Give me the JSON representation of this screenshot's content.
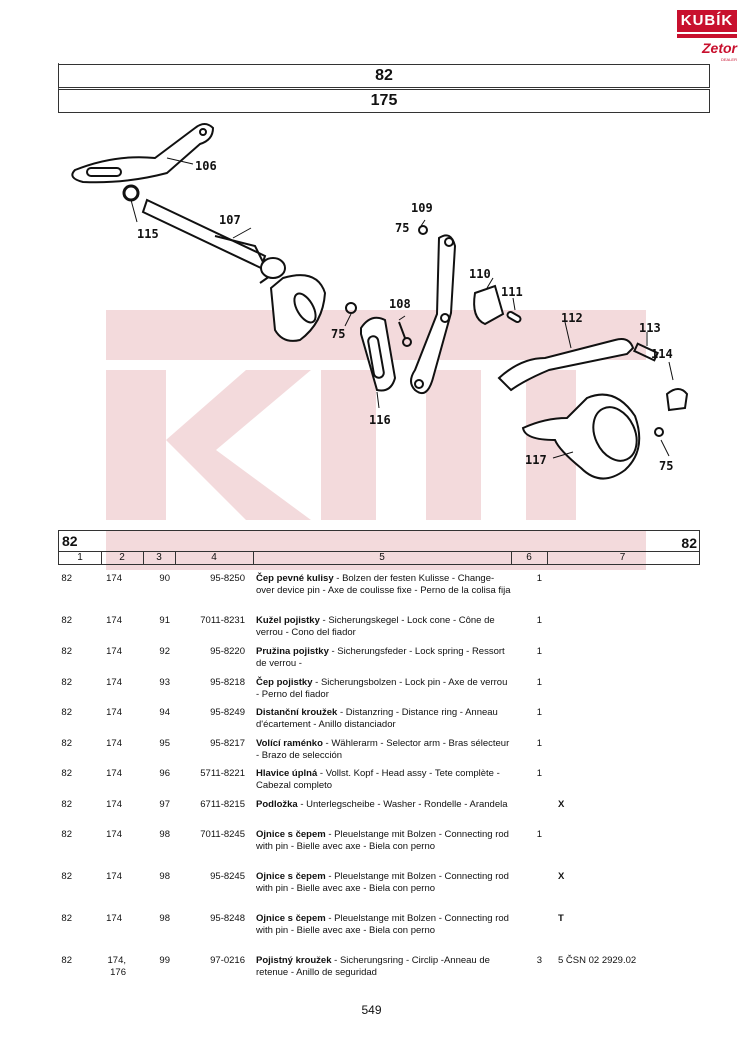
{
  "logo": {
    "brand": "KUBÍK",
    "sub": "Zetor",
    "tag": "DEALER"
  },
  "header": {
    "group": "82",
    "figure": "175"
  },
  "callouts": [
    "106",
    "115",
    "107",
    "75",
    "108",
    "116",
    "109",
    "75",
    "110",
    "111",
    "112",
    "113",
    "114",
    "117",
    "75"
  ],
  "table": {
    "group_left": "82",
    "group_right": "82",
    "columns": [
      "1",
      "2",
      "3",
      "4",
      "5",
      "6",
      "7"
    ],
    "rows": [
      {
        "c1": "82",
        "c2": "174",
        "c3": "90",
        "c4": "95-8250",
        "name": "Čep pevné kulisy",
        "desc": " - Bolzen der festen Kulisse - Change-over device pin - Axe de coulisse fixe - Perno de la colisa fija",
        "qty": "1",
        "note": ""
      },
      {
        "c1": "82",
        "c2": "174",
        "c3": "91",
        "c4": "7011-8231",
        "name": "Kužel pojistky",
        "desc": " - Sicherungskegel - Lock cone - Cône de verrou - Cono del fiador",
        "qty": "1",
        "note": ""
      },
      {
        "c1": "82",
        "c2": "174",
        "c3": "92",
        "c4": "95-8220",
        "name": "Pružina pojistky",
        "desc": " - Sicherungsfeder - Lock spring - Ressort de verrou -",
        "qty": "1",
        "note": ""
      },
      {
        "c1": "82",
        "c2": "174",
        "c3": "93",
        "c4": "95-8218",
        "name": "Čep pojistky",
        "desc": " - Sicherungsbolzen - Lock pin - Axe de verrou - Perno del fiador",
        "qty": "1",
        "note": ""
      },
      {
        "c1": "82",
        "c2": "174",
        "c3": "94",
        "c4": "95-8249",
        "name": "Distanční kroužek",
        "desc": " - Distanzring - Distance ring - Anneau d'écartement - Anillo distanciador",
        "qty": "1",
        "note": ""
      },
      {
        "c1": "82",
        "c2": "174",
        "c3": "95",
        "c4": "95-8217",
        "name": "Volící raménko",
        "desc": " - Wählerarm - Selector arm - Bras sélecteur - Brazo de selección",
        "qty": "1",
        "note": ""
      },
      {
        "c1": "82",
        "c2": "174",
        "c3": "96",
        "c4": "5711-8221",
        "name": "Hlavice úplná",
        "desc": " - Vollst. Kopf - Head assy - Tete complète - Cabezal completo",
        "qty": "1",
        "note": ""
      },
      {
        "c1": "82",
        "c2": "174",
        "c3": "97",
        "c4": "6711-8215",
        "name": "Podložka",
        "desc": " - Unterlegscheibe - Washer - Rondelle - Arandela",
        "qty": "",
        "note": "X"
      },
      {
        "c1": "82",
        "c2": "174",
        "c3": "98",
        "c4": "7011-8245",
        "name": "Ojnice s čepem",
        "desc": " - Pleuelstange mit Bolzen - Connecting rod with pin - Bielle avec axe - Biela con perno",
        "qty": "1",
        "note": ""
      },
      {
        "c1": "82",
        "c2": "174",
        "c3": "98",
        "c4": "95-8245",
        "name": "Ojnice s čepem",
        "desc": " - Pleuelstange mit Bolzen - Connecting rod with pin - Bielle avec axe - Biela con perno",
        "qty": "",
        "note": "X"
      },
      {
        "c1": "82",
        "c2": "174",
        "c3": "98",
        "c4": "95-8248",
        "name": "Ojnice s čepem",
        "desc": " - Pleuelstange mit Bolzen - Connecting rod with pin - Bielle avec axe - Biela con perno",
        "qty": "",
        "note": "T"
      },
      {
        "c1": "82",
        "c2": "174, 176",
        "c3": "99",
        "c4": "97-0216",
        "name": "Pojistný kroužek",
        "desc": " - Sicherungsring - Circlip -Anneau de retenue - Anillo de seguridad",
        "qty": "3",
        "note": "5 ČSN 02 2929.02"
      }
    ]
  },
  "page_number": "549",
  "colors": {
    "brand_red": "#c8102e",
    "watermark": "#f2d6d8"
  }
}
